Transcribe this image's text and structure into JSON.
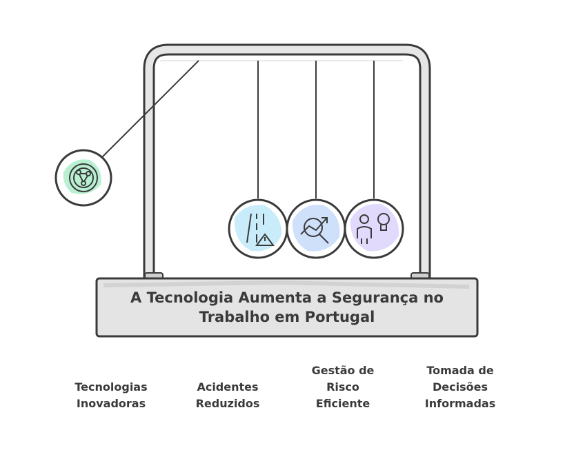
{
  "title": {
    "line1": "A Tecnologia Aumenta a Segurança no",
    "line2": "Trabalho em Portugal"
  },
  "balls": [
    {
      "icon": "gear-network-icon",
      "color": "#b9f0d2"
    },
    {
      "icon": "road-warning-icon",
      "color": "#c9ecfa"
    },
    {
      "icon": "trend-magnifier-icon",
      "color": "#cfe0fb"
    },
    {
      "icon": "person-lightbulb-icon",
      "color": "#e2dafc"
    }
  ],
  "labels": [
    {
      "lines": [
        "Tecnologias",
        "Inovadoras"
      ]
    },
    {
      "lines": [
        "Acidentes",
        "Reduzidos"
      ]
    },
    {
      "lines": [
        "Gestão de",
        "Risco",
        "Eficiente"
      ]
    },
    {
      "lines": [
        "Tomada de",
        "Decisões",
        "Informadas"
      ]
    }
  ],
  "colors": {
    "stroke": "#3a3a3a",
    "frame_fill": "#e6e6e6",
    "base_fill": "#e4e4e4"
  }
}
